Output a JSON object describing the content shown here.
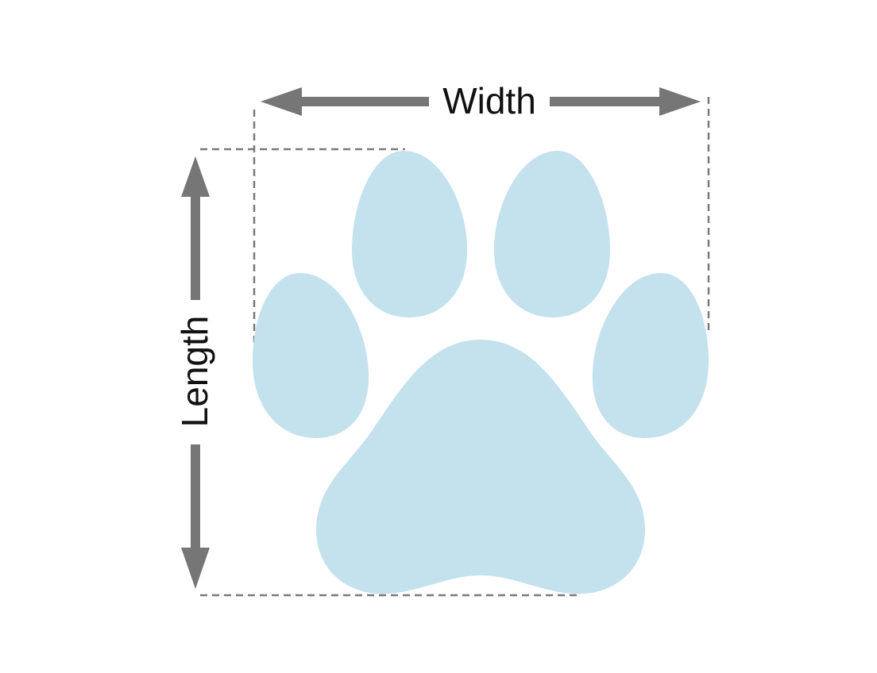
{
  "labels": {
    "width": "Width",
    "length": "Length"
  },
  "colors": {
    "paw": "#c4e1ee",
    "arrow": "#767676",
    "dashed": "#7a7a7a",
    "text": "#111111"
  },
  "icons": {
    "paw": "paw-print-icon",
    "width_arrow": "double-headed-horizontal-arrow",
    "length_arrow": "double-headed-vertical-arrow"
  }
}
